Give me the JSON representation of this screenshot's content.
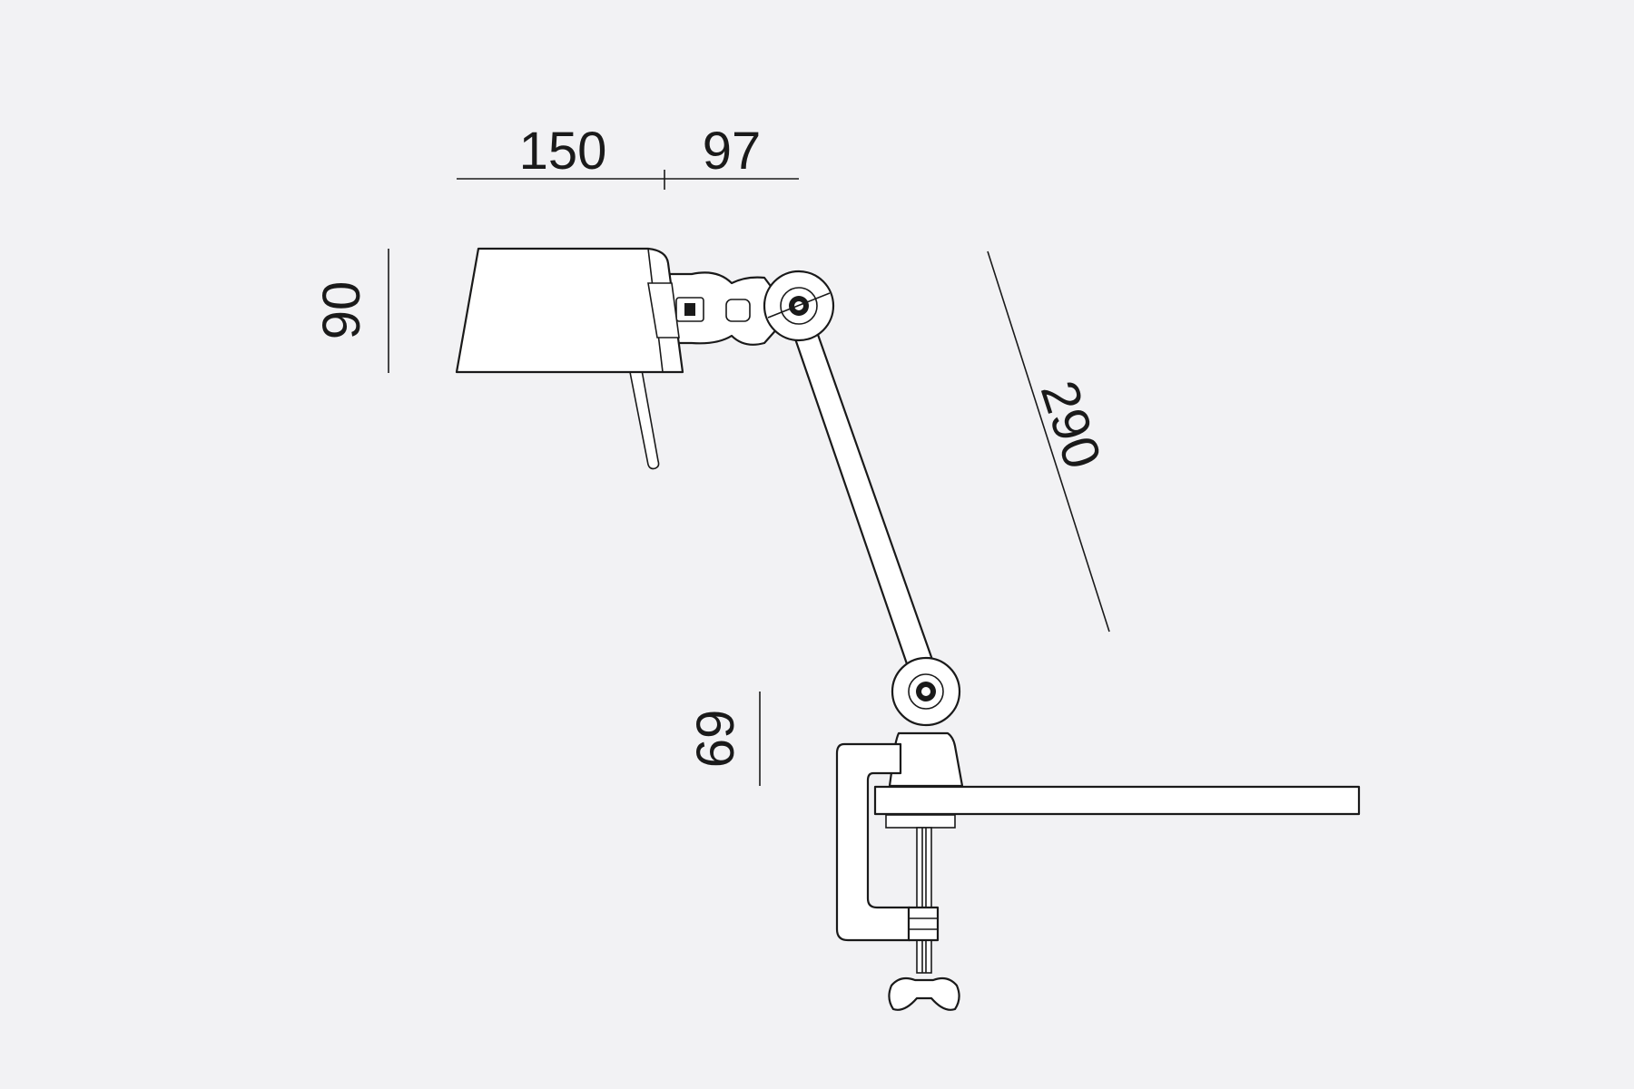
{
  "dimensions": {
    "shade_length": "150",
    "head_offset": "97",
    "shade_height": "90",
    "arm_length": "290",
    "base_height": "69"
  }
}
